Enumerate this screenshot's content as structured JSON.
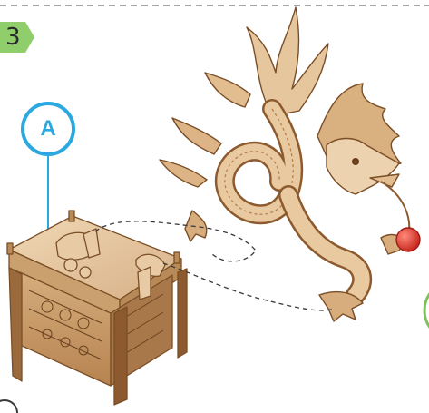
{
  "step": {
    "number": "3"
  },
  "callout": {
    "letter": "A"
  },
  "colors": {
    "accent_blue": "#2aa8df",
    "badge_green": "#7cc25a",
    "wood_light": "#e8c9a0",
    "wood_mid": "#d2a774",
    "wood_dark": "#8c5a2e",
    "pearl_red": "#e03a2c",
    "dash_line": "#3a3a3a"
  },
  "icons": [
    "step-number-badge",
    "callout-a-icon",
    "dragon-model-image",
    "box-base-image",
    "assembly-guide-lines"
  ]
}
